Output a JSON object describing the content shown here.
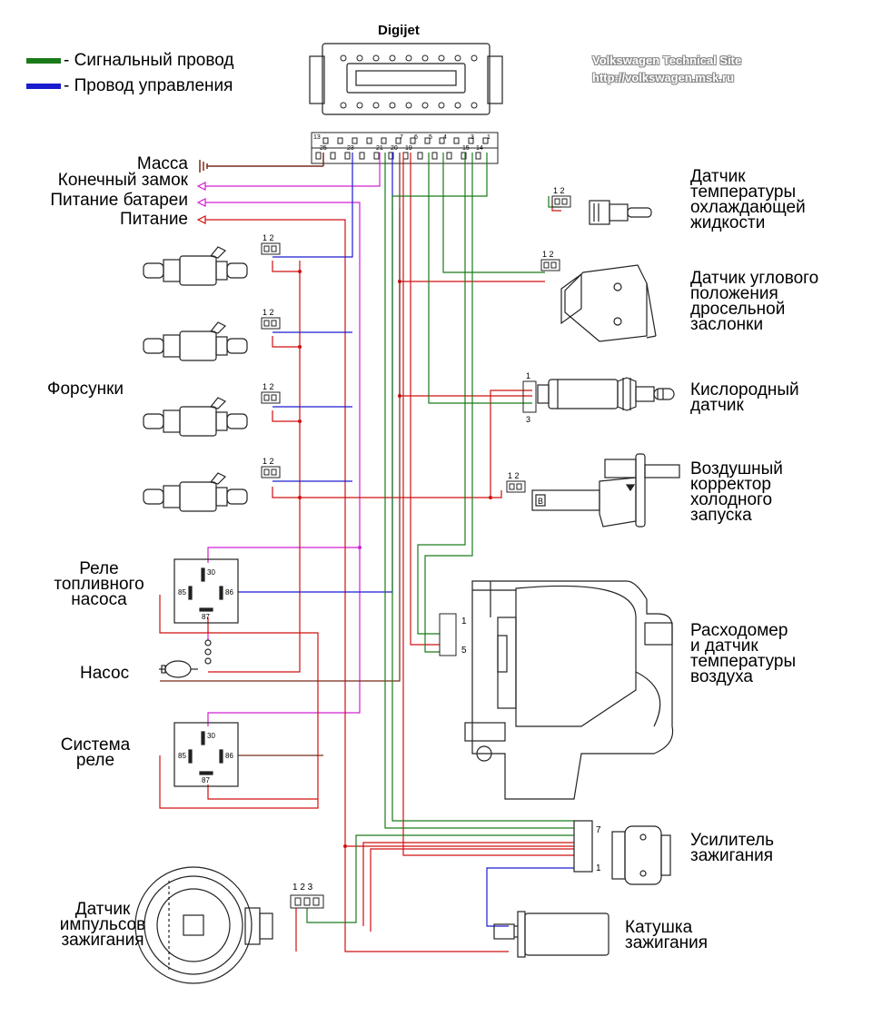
{
  "colors": {
    "signal": "#1a7a1a",
    "control": "#1c1ccf",
    "power": "#d01010",
    "battery": "#d020d0",
    "ground": "#7a2a1a",
    "outline": "#222222"
  },
  "legend": {
    "signal_label": "- Сигнальный провод",
    "control_label": "- Провод управления"
  },
  "ecu": {
    "title": "Digijet",
    "pins_top": [
      "13",
      "7",
      "6",
      "5",
      "4",
      "3",
      "1"
    ],
    "pins_bottom": [
      "25",
      "23",
      "21",
      "20",
      "19",
      "15",
      "14"
    ]
  },
  "watermark": {
    "line1": "Volkswagen Technical Site",
    "line2": "http://volkswagen.msk.ru"
  },
  "left_labels": {
    "ground": "Масса",
    "ignition": "Конечный замок",
    "battery": "Питание батареи",
    "power": "Питание",
    "injectors": "Форсунки",
    "fuel_relay": "Реле\nтопливного\nнасоса",
    "pump": "Насос",
    "system_relay": "Система\nреле",
    "hall_sensor": "Датчик\nимпульсов\nзажигания"
  },
  "right_labels": {
    "coolant_sensor": "Датчик\nтемпературы\nохлаждающей\nжидкости",
    "throttle_sensor": "Датчик углового\nположения\nдросельной\nзаслонки",
    "oxygen_sensor": "Кислородный\nдатчик",
    "cold_start": "Воздушный\nкорректор\nхолодного\nзапуска",
    "airflow_meter": "Расходомер\nи датчик\nтемпературы\nвоздуха",
    "ignition_amp": "Усилитель\nзажигания",
    "ignition_coil": "Катушка\nзажигания"
  },
  "connector_pins": {
    "two_pin": "1 2",
    "three_pin": "1 2 3",
    "o2_top": "1",
    "o2_bottom": "3",
    "afm_top": "1",
    "afm_bottom": "5",
    "amp_top": "7",
    "amp_bottom": "1",
    "coil_pin": "B"
  },
  "relay_pins": [
    "30",
    "85",
    "86",
    "87"
  ]
}
